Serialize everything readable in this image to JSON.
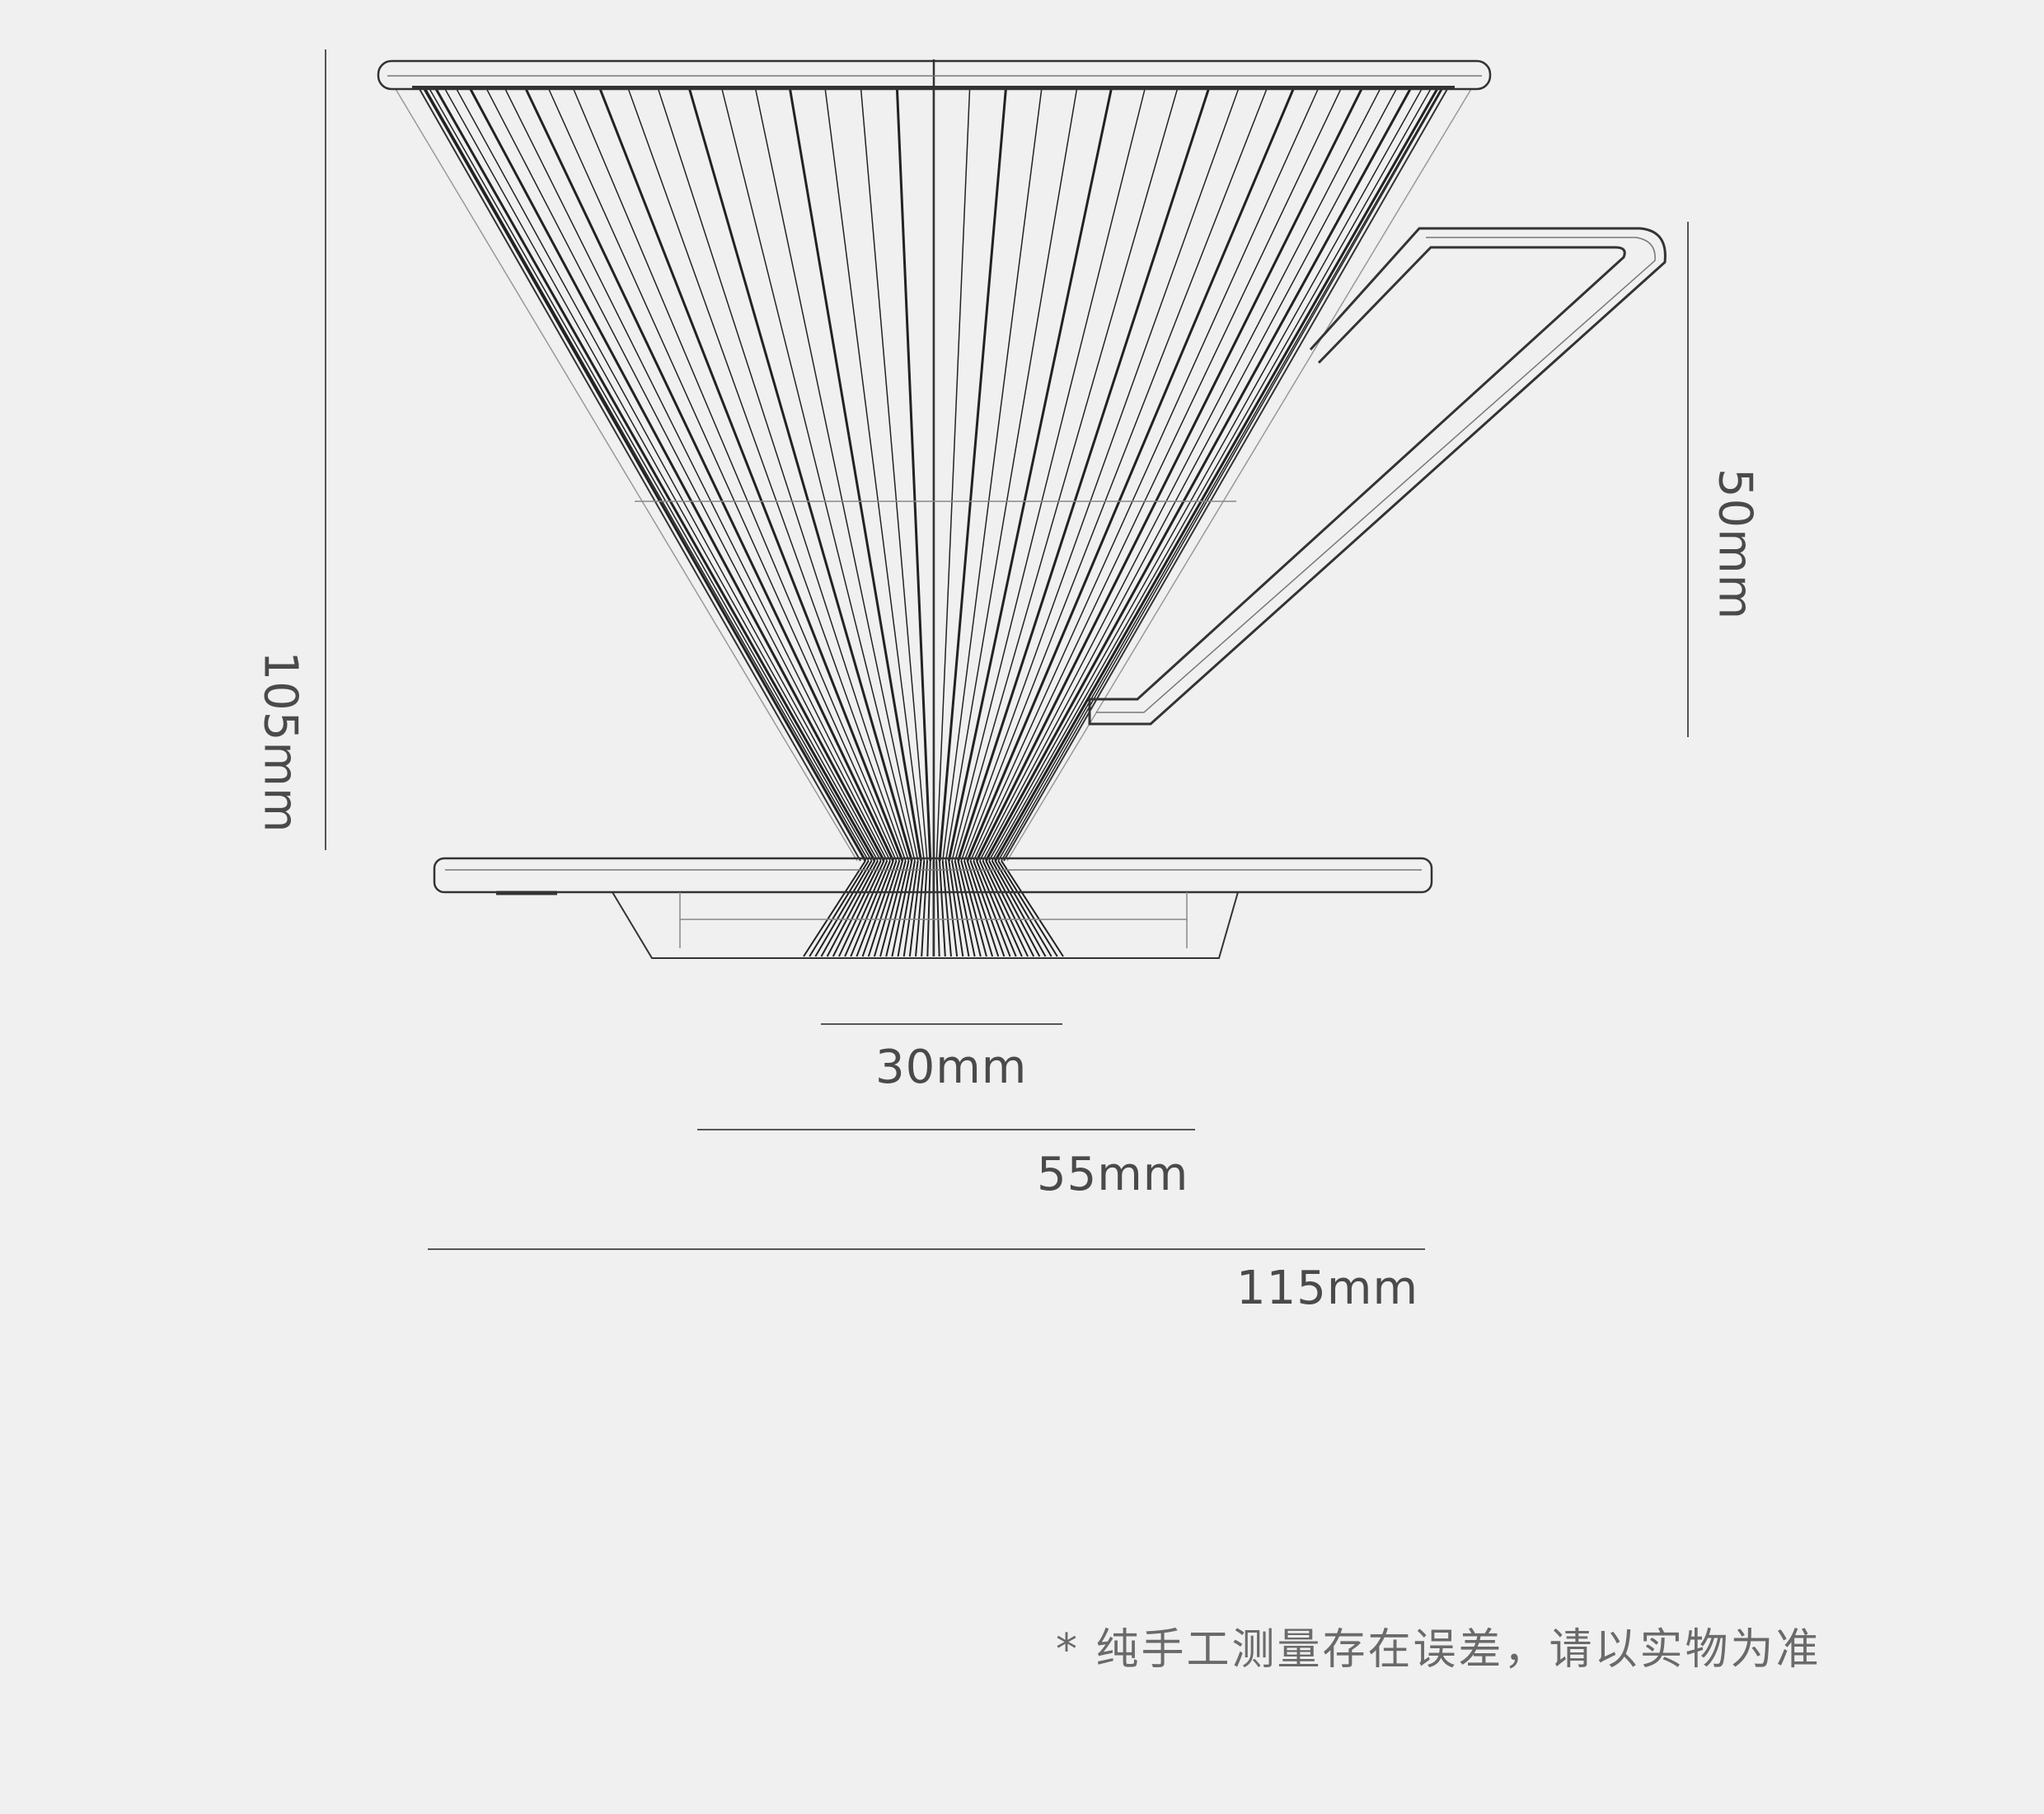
{
  "dimensions": {
    "height_total": "105mm",
    "handle_height": "50mm",
    "bottom_hole": "30mm",
    "base_inner": "55mm",
    "base_width": "115mm"
  },
  "footnote": "* 纯手工测量存在误差，请以实物为准",
  "colors": {
    "background": "#f0f0f0",
    "line": "#222222",
    "dim_line": "#555555",
    "text": "#4a4a4a"
  }
}
